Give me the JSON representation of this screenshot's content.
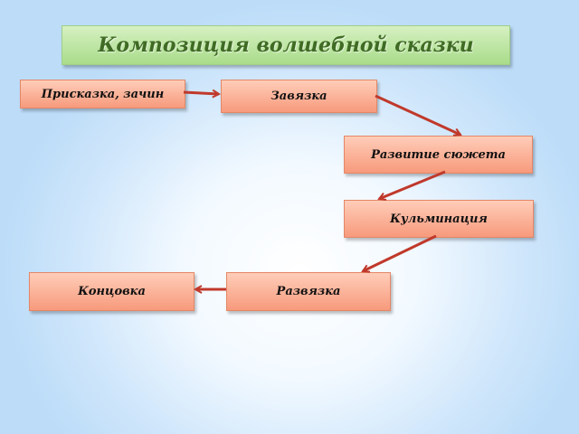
{
  "title": "Композиция волшебной сказки",
  "nodes": {
    "priskazka": "Присказка, зачин",
    "zavyazka": "Завязка",
    "razvitie": "Развитие сюжета",
    "kulminaciya": "Кульминация",
    "razvyazka": "Развязка",
    "koncovka": "Концовка"
  },
  "colors": {
    "arrow": "#c0392b",
    "title_text": "#3f6b24"
  }
}
